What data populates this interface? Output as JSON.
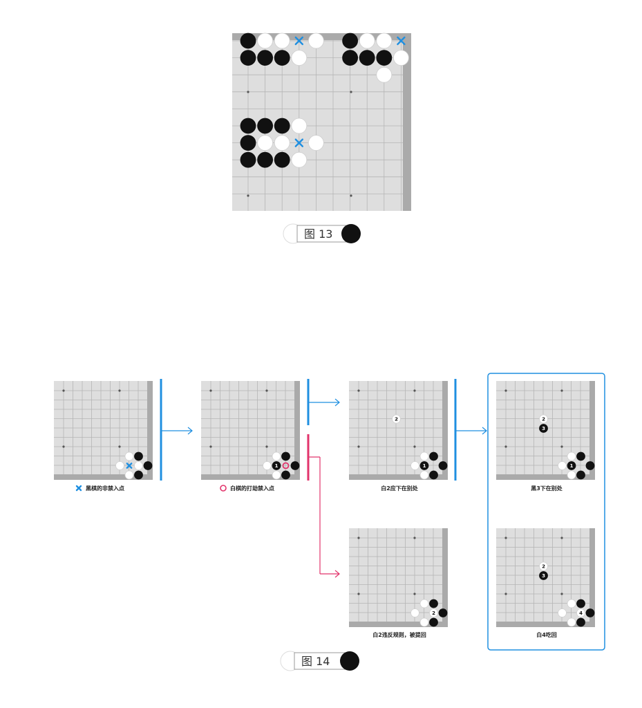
{
  "figure13": {
    "label": "图 13",
    "stones": [
      {
        "c": "black",
        "x": 0,
        "y": 0
      },
      {
        "c": "white",
        "x": 1,
        "y": 0
      },
      {
        "c": "white",
        "x": 2,
        "y": 0
      },
      {
        "c": "white",
        "x": 4,
        "y": 0
      },
      {
        "c": "black",
        "x": 0,
        "y": 1
      },
      {
        "c": "black",
        "x": 1,
        "y": 1
      },
      {
        "c": "black",
        "x": 2,
        "y": 1
      },
      {
        "c": "white",
        "x": 3,
        "y": 1
      },
      {
        "c": "black",
        "x": 6,
        "y": 0
      },
      {
        "c": "white",
        "x": 7,
        "y": 0
      },
      {
        "c": "white",
        "x": 8,
        "y": 0
      },
      {
        "c": "black",
        "x": 6,
        "y": 1
      },
      {
        "c": "black",
        "x": 7,
        "y": 1
      },
      {
        "c": "black",
        "x": 8,
        "y": 1
      },
      {
        "c": "white",
        "x": 9,
        "y": 1
      },
      {
        "c": "white",
        "x": 8,
        "y": 2
      },
      {
        "c": "black",
        "x": 0,
        "y": 5
      },
      {
        "c": "black",
        "x": 1,
        "y": 5
      },
      {
        "c": "black",
        "x": 2,
        "y": 5
      },
      {
        "c": "white",
        "x": 3,
        "y": 5
      },
      {
        "c": "black",
        "x": 0,
        "y": 6
      },
      {
        "c": "white",
        "x": 1,
        "y": 6
      },
      {
        "c": "white",
        "x": 2,
        "y": 6
      },
      {
        "c": "white",
        "x": 4,
        "y": 6
      },
      {
        "c": "black",
        "x": 0,
        "y": 7
      },
      {
        "c": "black",
        "x": 1,
        "y": 7
      },
      {
        "c": "black",
        "x": 2,
        "y": 7
      },
      {
        "c": "white",
        "x": 3,
        "y": 7
      }
    ],
    "crosses": [
      {
        "x": 3,
        "y": 0
      },
      {
        "x": 9,
        "y": 0
      },
      {
        "x": 3,
        "y": 6
      }
    ]
  },
  "figure14": {
    "label": "图 14",
    "panels": [
      {
        "id": "p1",
        "caption": "黑棋的非禁入点",
        "caption_icon": "cross",
        "stones": [
          {
            "c": "black",
            "x": 3,
            "y": 2
          },
          {
            "c": "white",
            "x": 2,
            "y": 2
          },
          {
            "c": "white",
            "x": 1,
            "y": 3
          },
          {
            "c": "white",
            "x": 3,
            "y": 3
          },
          {
            "c": "black",
            "x": 4,
            "y": 3
          },
          {
            "c": "white",
            "x": 2,
            "y": 4
          },
          {
            "c": "black",
            "x": 3,
            "y": 4
          }
        ],
        "crosses": [
          {
            "x": 2,
            "y": 3
          }
        ]
      },
      {
        "id": "p2",
        "caption": "白棋的打劫禁入点",
        "caption_icon": "circle",
        "stones": [
          {
            "c": "white",
            "x": 2,
            "y": 2
          },
          {
            "c": "black",
            "x": 3,
            "y": 2
          },
          {
            "c": "white",
            "x": 1,
            "y": 3
          },
          {
            "c": "black",
            "x": 2,
            "y": 3,
            "n": "1"
          },
          {
            "c": "black",
            "x": 4,
            "y": 3
          },
          {
            "c": "white",
            "x": 2,
            "y": 4
          },
          {
            "c": "black",
            "x": 3,
            "y": 4
          }
        ],
        "rings": [
          {
            "x": 3,
            "y": 3
          }
        ]
      },
      {
        "id": "p3",
        "caption": "白2应下在别处",
        "stones": [
          {
            "c": "white",
            "x": -1,
            "y": -2,
            "n": "2"
          },
          {
            "c": "white",
            "x": 2,
            "y": 2
          },
          {
            "c": "black",
            "x": 3,
            "y": 2
          },
          {
            "c": "white",
            "x": 1,
            "y": 3
          },
          {
            "c": "black",
            "x": 2,
            "y": 3,
            "n": "1"
          },
          {
            "c": "black",
            "x": 4,
            "y": 3
          },
          {
            "c": "white",
            "x": 2,
            "y": 4
          },
          {
            "c": "black",
            "x": 3,
            "y": 4
          }
        ]
      },
      {
        "id": "p4",
        "caption": "黑3下在别处",
        "stones": [
          {
            "c": "white",
            "x": -1,
            "y": -2,
            "n": "2"
          },
          {
            "c": "black",
            "x": -1,
            "y": -1,
            "n": "3"
          },
          {
            "c": "white",
            "x": 2,
            "y": 2
          },
          {
            "c": "black",
            "x": 3,
            "y": 2
          },
          {
            "c": "white",
            "x": 1,
            "y": 3
          },
          {
            "c": "black",
            "x": 2,
            "y": 3,
            "n": "1"
          },
          {
            "c": "black",
            "x": 4,
            "y": 3
          },
          {
            "c": "white",
            "x": 2,
            "y": 4
          },
          {
            "c": "black",
            "x": 3,
            "y": 4
          }
        ]
      },
      {
        "id": "p5",
        "caption": "白2违反规则，被提回",
        "stones": [
          {
            "c": "white",
            "x": 2,
            "y": 2
          },
          {
            "c": "black",
            "x": 3,
            "y": 2
          },
          {
            "c": "white",
            "x": 1,
            "y": 3
          },
          {
            "c": "white",
            "x": 3,
            "y": 3,
            "n": "2"
          },
          {
            "c": "black",
            "x": 4,
            "y": 3
          },
          {
            "c": "white",
            "x": 2,
            "y": 4
          },
          {
            "c": "black",
            "x": 3,
            "y": 4
          }
        ]
      },
      {
        "id": "p6",
        "caption": "白4吃回",
        "stones": [
          {
            "c": "white",
            "x": -1,
            "y": -2,
            "n": "2"
          },
          {
            "c": "black",
            "x": -1,
            "y": -1,
            "n": "3"
          },
          {
            "c": "white",
            "x": 2,
            "y": 2
          },
          {
            "c": "black",
            "x": 3,
            "y": 2
          },
          {
            "c": "white",
            "x": 1,
            "y": 3
          },
          {
            "c": "white",
            "x": 3,
            "y": 3,
            "n": "4"
          },
          {
            "c": "black",
            "x": 4,
            "y": 3
          },
          {
            "c": "white",
            "x": 2,
            "y": 4
          },
          {
            "c": "black",
            "x": 3,
            "y": 4
          }
        ]
      }
    ]
  },
  "colors": {
    "blue": "#1f8fe0",
    "pink": "#e2336b",
    "board": "#dedede",
    "frame": "#aaaaaa",
    "line": "#b5b5b5"
  }
}
